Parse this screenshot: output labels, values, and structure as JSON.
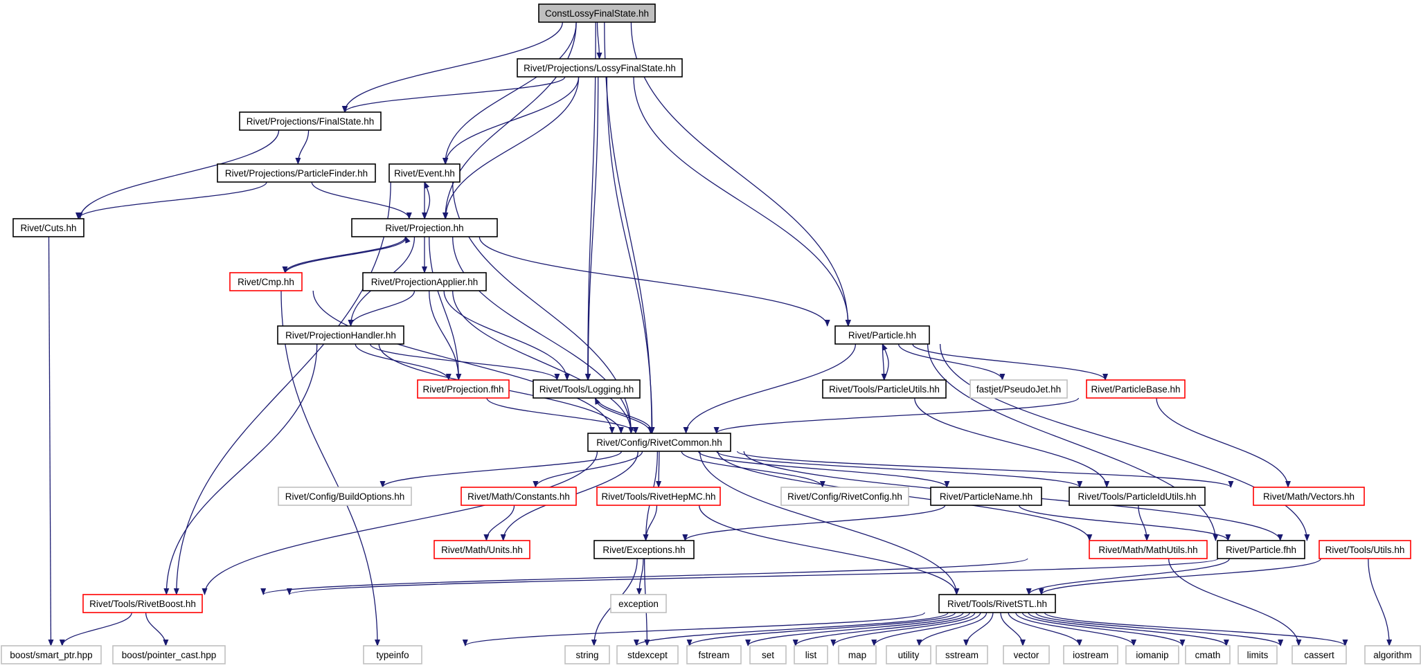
{
  "diagram": {
    "colors": {
      "edge": "#191970",
      "border_default": "#000000",
      "border_truncated": "#ff0000",
      "border_external": "#bfbfbf",
      "fill_focus": "#bfbfbf",
      "fill_default": "#ffffff"
    },
    "nodes": [
      {
        "id": "constlossy",
        "label": "ConstLossyFinalState.hh",
        "kind": "focus"
      },
      {
        "id": "lossyfs",
        "label": "Rivet/Projections/LossyFinalState.hh",
        "kind": "default"
      },
      {
        "id": "finalstate",
        "label": "Rivet/Projections/FinalState.hh",
        "kind": "default"
      },
      {
        "id": "particlefinder",
        "label": "Rivet/Projections/ParticleFinder.hh",
        "kind": "default"
      },
      {
        "id": "event",
        "label": "Rivet/Event.hh",
        "kind": "default"
      },
      {
        "id": "cuts",
        "label": "Rivet/Cuts.hh",
        "kind": "default"
      },
      {
        "id": "projection",
        "label": "Rivet/Projection.hh",
        "kind": "default"
      },
      {
        "id": "cmp",
        "label": "Rivet/Cmp.hh",
        "kind": "truncated"
      },
      {
        "id": "projapplier",
        "label": "Rivet/ProjectionApplier.hh",
        "kind": "default"
      },
      {
        "id": "projhandler",
        "label": "Rivet/ProjectionHandler.hh",
        "kind": "default"
      },
      {
        "id": "projfhh",
        "label": "Rivet/Projection.fhh",
        "kind": "truncated"
      },
      {
        "id": "logging",
        "label": "Rivet/Tools/Logging.hh",
        "kind": "default"
      },
      {
        "id": "particle",
        "label": "Rivet/Particle.hh",
        "kind": "default"
      },
      {
        "id": "particleutils",
        "label": "Rivet/Tools/ParticleUtils.hh",
        "kind": "default"
      },
      {
        "id": "pseudojet",
        "label": "fastjet/PseudoJet.hh",
        "kind": "external"
      },
      {
        "id": "particlebase",
        "label": "Rivet/ParticleBase.hh",
        "kind": "truncated"
      },
      {
        "id": "rivetcommon",
        "label": "Rivet/Config/RivetCommon.hh",
        "kind": "default"
      },
      {
        "id": "buildoptions",
        "label": "Rivet/Config/BuildOptions.hh",
        "kind": "external"
      },
      {
        "id": "constants",
        "label": "Rivet/Math/Constants.hh",
        "kind": "truncated"
      },
      {
        "id": "rivethepmc",
        "label": "Rivet/Tools/RivetHepMC.hh",
        "kind": "truncated"
      },
      {
        "id": "rivetconfig",
        "label": "Rivet/Config/RivetConfig.hh",
        "kind": "external"
      },
      {
        "id": "particlename",
        "label": "Rivet/ParticleName.hh",
        "kind": "default"
      },
      {
        "id": "particleidutils",
        "label": "Rivet/Tools/ParticleIdUtils.hh",
        "kind": "default"
      },
      {
        "id": "vectors",
        "label": "Rivet/Math/Vectors.hh",
        "kind": "truncated"
      },
      {
        "id": "units",
        "label": "Rivet/Math/Units.hh",
        "kind": "truncated"
      },
      {
        "id": "exceptions",
        "label": "Rivet/Exceptions.hh",
        "kind": "default"
      },
      {
        "id": "mathutils",
        "label": "Rivet/Math/MathUtils.hh",
        "kind": "truncated"
      },
      {
        "id": "particlefhh",
        "label": "Rivet/Particle.fhh",
        "kind": "default"
      },
      {
        "id": "utils",
        "label": "Rivet/Tools/Utils.hh",
        "kind": "truncated"
      },
      {
        "id": "rivetboost",
        "label": "Rivet/Tools/RivetBoost.hh",
        "kind": "truncated"
      },
      {
        "id": "exception",
        "label": "exception",
        "kind": "external"
      },
      {
        "id": "rivetstl",
        "label": "Rivet/Tools/RivetSTL.hh",
        "kind": "default"
      },
      {
        "id": "smartptr",
        "label": "boost/smart_ptr.hpp",
        "kind": "external"
      },
      {
        "id": "pointercast",
        "label": "boost/pointer_cast.hpp",
        "kind": "external"
      },
      {
        "id": "typeinfo",
        "label": "typeinfo",
        "kind": "external"
      },
      {
        "id": "string",
        "label": "string",
        "kind": "external"
      },
      {
        "id": "stdexcept",
        "label": "stdexcept",
        "kind": "external"
      },
      {
        "id": "fstream",
        "label": "fstream",
        "kind": "external"
      },
      {
        "id": "set",
        "label": "set",
        "kind": "external"
      },
      {
        "id": "list",
        "label": "list",
        "kind": "external"
      },
      {
        "id": "map",
        "label": "map",
        "kind": "external"
      },
      {
        "id": "utility",
        "label": "utility",
        "kind": "external"
      },
      {
        "id": "sstream",
        "label": "sstream",
        "kind": "external"
      },
      {
        "id": "vector",
        "label": "vector",
        "kind": "external"
      },
      {
        "id": "iostream",
        "label": "iostream",
        "kind": "external"
      },
      {
        "id": "iomanip",
        "label": "iomanip",
        "kind": "external"
      },
      {
        "id": "cmath",
        "label": "cmath",
        "kind": "external"
      },
      {
        "id": "limits",
        "label": "limits",
        "kind": "external"
      },
      {
        "id": "cassert",
        "label": "cassert",
        "kind": "external"
      },
      {
        "id": "algorithm",
        "label": "algorithm",
        "kind": "external"
      }
    ],
    "edges": [
      [
        "constlossy",
        "lossyfs"
      ],
      [
        "constlossy",
        "finalstate"
      ],
      [
        "constlossy",
        "event"
      ],
      [
        "constlossy",
        "projection"
      ],
      [
        "constlossy",
        "logging"
      ],
      [
        "constlossy",
        "rivetcommon"
      ],
      [
        "constlossy",
        "particle"
      ],
      [
        "lossyfs",
        "finalstate"
      ],
      [
        "lossyfs",
        "event"
      ],
      [
        "lossyfs",
        "projection"
      ],
      [
        "lossyfs",
        "logging"
      ],
      [
        "lossyfs",
        "rivetcommon"
      ],
      [
        "lossyfs",
        "particle"
      ],
      [
        "finalstate",
        "particlefinder"
      ],
      [
        "finalstate",
        "cuts"
      ],
      [
        "particlefinder",
        "cuts"
      ],
      [
        "particlefinder",
        "projection"
      ],
      [
        "event",
        "projection"
      ],
      [
        "event",
        "rivetcommon"
      ],
      [
        "event",
        "rivetboost"
      ],
      [
        "cuts",
        "smartptr"
      ],
      [
        "projection",
        "event"
      ],
      [
        "projection",
        "cmp"
      ],
      [
        "projection",
        "projapplier"
      ],
      [
        "projection",
        "projhandler"
      ],
      [
        "projection",
        "projfhh"
      ],
      [
        "projection",
        "rivetcommon"
      ],
      [
        "projection",
        "particle"
      ],
      [
        "cmp",
        "projection"
      ],
      [
        "cmp",
        "rivetcommon"
      ],
      [
        "cmp",
        "typeinfo"
      ],
      [
        "projapplier",
        "projhandler"
      ],
      [
        "projapplier",
        "projfhh"
      ],
      [
        "projapplier",
        "logging"
      ],
      [
        "projapplier",
        "rivetcommon"
      ],
      [
        "projhandler",
        "projfhh"
      ],
      [
        "projhandler",
        "logging"
      ],
      [
        "projhandler",
        "rivetcommon"
      ],
      [
        "projhandler",
        "rivetboost"
      ],
      [
        "projfhh",
        "rivetcommon"
      ],
      [
        "logging",
        "rivetcommon"
      ],
      [
        "rivetcommon",
        "logging"
      ],
      [
        "particle",
        "particleutils"
      ],
      [
        "particleutils",
        "particle"
      ],
      [
        "particle",
        "pseudojet"
      ],
      [
        "particle",
        "particlebase"
      ],
      [
        "particle",
        "rivetcommon"
      ],
      [
        "particle",
        "particlefhh"
      ],
      [
        "particle",
        "utils"
      ],
      [
        "particleutils",
        "particleidutils"
      ],
      [
        "particlebase",
        "rivetcommon"
      ],
      [
        "particlebase",
        "vectors"
      ],
      [
        "rivetcommon",
        "buildoptions"
      ],
      [
        "rivetcommon",
        "constants"
      ],
      [
        "rivetcommon",
        "rivethepmc"
      ],
      [
        "rivetcommon",
        "rivetconfig"
      ],
      [
        "rivetcommon",
        "particlename"
      ],
      [
        "rivetcommon",
        "particleidutils"
      ],
      [
        "rivetcommon",
        "vectors"
      ],
      [
        "rivetcommon",
        "units"
      ],
      [
        "rivetcommon",
        "exceptions"
      ],
      [
        "rivetcommon",
        "mathutils"
      ],
      [
        "rivetcommon",
        "utils"
      ],
      [
        "rivetcommon",
        "rivetboost"
      ],
      [
        "rivetcommon",
        "rivetstl"
      ],
      [
        "constants",
        "units"
      ],
      [
        "rivethepmc",
        "exceptions"
      ],
      [
        "rivethepmc",
        "rivetstl"
      ],
      [
        "particlename",
        "exceptions"
      ],
      [
        "particlename",
        "particlefhh"
      ],
      [
        "particleidutils",
        "mathutils"
      ],
      [
        "exceptions",
        "exception"
      ],
      [
        "exceptions",
        "string"
      ],
      [
        "exceptions",
        "stdexcept"
      ],
      [
        "mathutils",
        "rivetboost"
      ],
      [
        "mathutils",
        "cassert"
      ],
      [
        "particlefhh",
        "rivetstl"
      ],
      [
        "utils",
        "rivetstl"
      ],
      [
        "utils",
        "rivetboost"
      ],
      [
        "utils",
        "algorithm"
      ],
      [
        "rivetboost",
        "smartptr"
      ],
      [
        "rivetboost",
        "pointercast"
      ],
      [
        "rivetstl",
        "typeinfo"
      ],
      [
        "rivetstl",
        "string"
      ],
      [
        "rivetstl",
        "stdexcept"
      ],
      [
        "rivetstl",
        "fstream"
      ],
      [
        "rivetstl",
        "set"
      ],
      [
        "rivetstl",
        "list"
      ],
      [
        "rivetstl",
        "map"
      ],
      [
        "rivetstl",
        "utility"
      ],
      [
        "rivetstl",
        "sstream"
      ],
      [
        "rivetstl",
        "vector"
      ],
      [
        "rivetstl",
        "iostream"
      ],
      [
        "rivetstl",
        "iomanip"
      ],
      [
        "rivetstl",
        "cmath"
      ],
      [
        "rivetstl",
        "limits"
      ],
      [
        "rivetstl",
        "cassert"
      ],
      [
        "rivetstl",
        "algorithm"
      ]
    ]
  }
}
